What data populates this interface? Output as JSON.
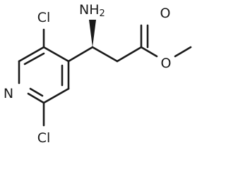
{
  "molecule": {
    "atoms": {
      "cl_top": "Cl",
      "n_ring": "N",
      "cl_bottom": "Cl",
      "nh2": {
        "element": "NH",
        "subscript": "2"
      },
      "o_carbonyl": "O",
      "o_ester": "O"
    },
    "colors": {
      "bond": "#1a1a1a",
      "label": "#1a1a1a",
      "background": "#ffffff"
    }
  }
}
